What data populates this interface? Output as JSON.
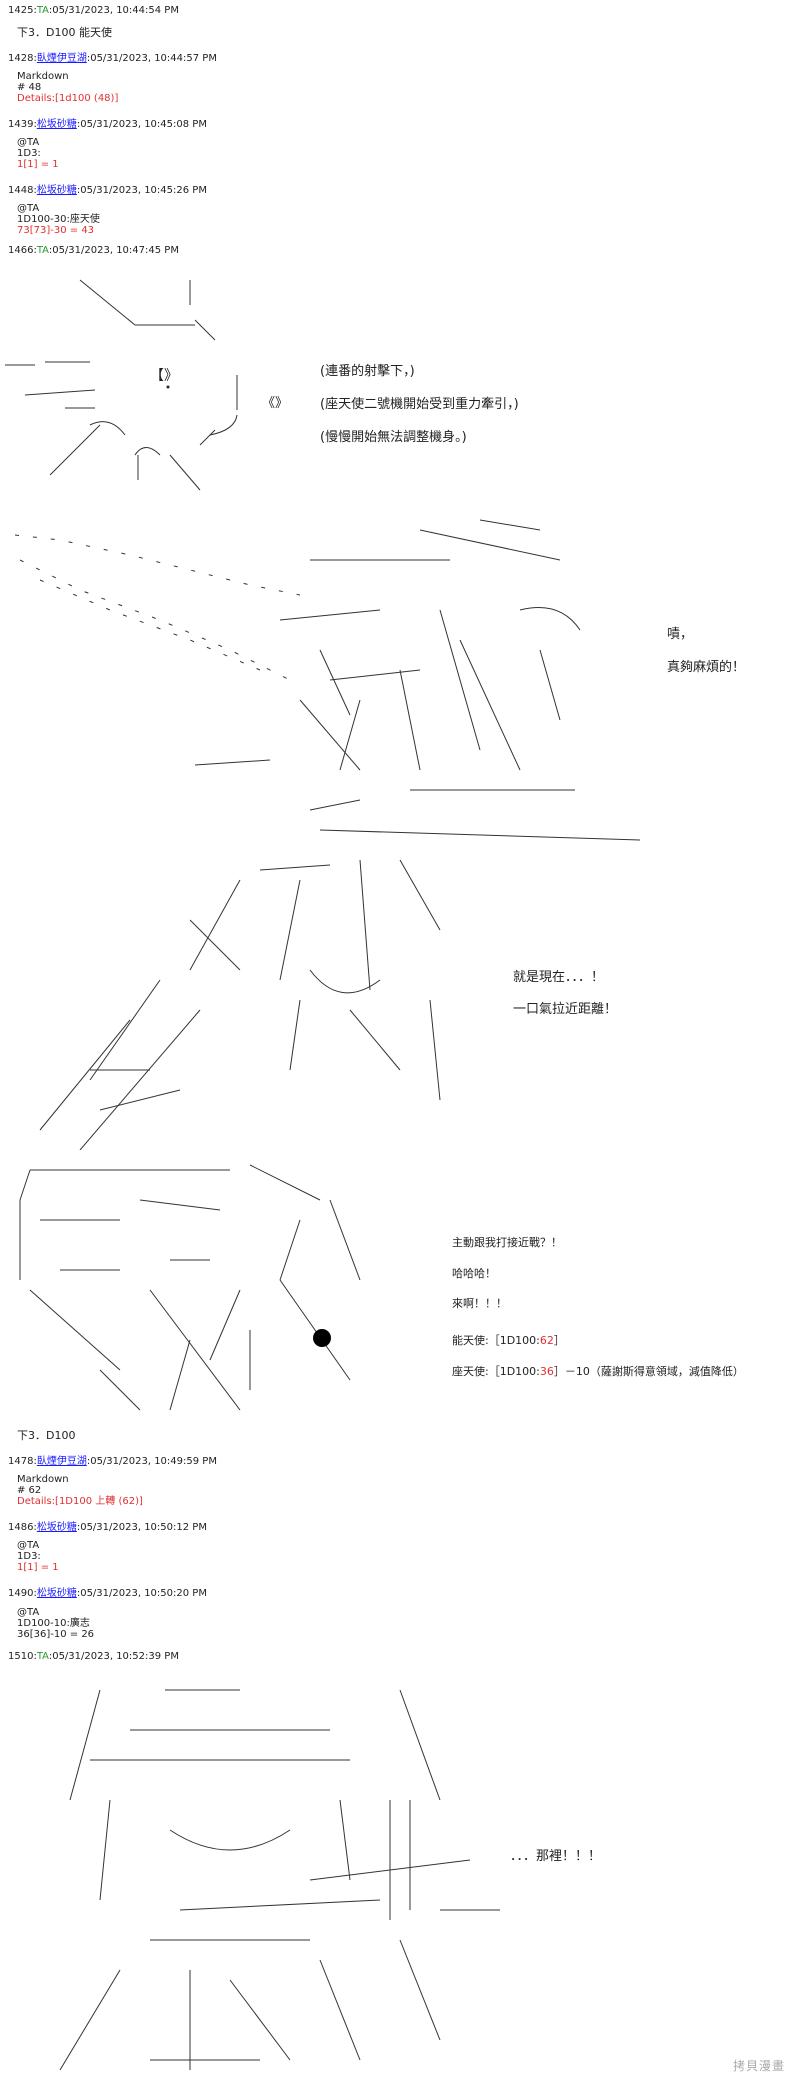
{
  "posts": [
    {
      "num": "1425",
      "user": "TA",
      "time": "05/31/2023, 10:44:54 PM",
      "lines": [
        {
          "text": "下3．D100 能天使"
        }
      ]
    },
    {
      "num": "1428",
      "user": "臥煙伊豆湖",
      "time": "05/31/2023, 10:44:57 PM",
      "lines": [
        {
          "text": "Markdown"
        },
        {
          "text": "# 48"
        },
        {
          "text": "Details:[1d100 (48)]",
          "red": true
        }
      ]
    },
    {
      "num": "1439",
      "user": "松坂砂糖",
      "time": "05/31/2023, 10:45:08 PM",
      "lines": [
        {
          "text": "@TA"
        },
        {
          "text": "1D3:"
        },
        {
          "text": "1[1] = 1",
          "red": true
        }
      ]
    },
    {
      "num": "1448",
      "user": "松坂砂糖",
      "time": "05/31/2023, 10:45:26 PM",
      "lines": [
        {
          "text": "@TA"
        },
        {
          "text": "1D100-30:座天使"
        },
        {
          "text": "73[73]-30 = 43",
          "red": true
        }
      ]
    },
    {
      "num": "1466",
      "user": "TA",
      "time": "05/31/2023, 10:47:45 PM"
    },
    {
      "num": "1478",
      "user": "臥煙伊豆湖",
      "time": "05/31/2023, 10:49:59 PM",
      "lines": [
        {
          "text": "Markdown"
        },
        {
          "text": "# 62"
        },
        {
          "text": "Details:[1D100 上轉 (62)]",
          "red": true
        }
      ]
    },
    {
      "num": "1486",
      "user": "松坂砂糖",
      "time": "05/31/2023, 10:50:12 PM",
      "lines": [
        {
          "text": "@TA"
        },
        {
          "text": "1D3:"
        },
        {
          "text": "1[1] = 1",
          "red": true
        }
      ]
    },
    {
      "num": "1490",
      "user": "松坂砂糖",
      "time": "05/31/2023, 10:50:20 PM",
      "lines": [
        {
          "text": "@TA"
        },
        {
          "text": "1D100-10:廣志"
        },
        {
          "text": "36[36]-10 = 26"
        }
      ]
    },
    {
      "num": "1510",
      "user": "TA",
      "time": "05/31/2023, 10:52:39 PM"
    }
  ],
  "after_art4": "下3．D100",
  "scene1": [
    "(連番的射擊下，)",
    "(座天使二號機開始受到重力牽引，)",
    "(慢慢開始無法調整機身。)"
  ],
  "scene2": [
    "嘖，",
    "真夠麻煩的！"
  ],
  "scene3": [
    "就是現在．．．！",
    "一口氣拉近距離！"
  ],
  "scene4": {
    "lines": [
      "主動跟我打接近戰？！",
      "哈哈哈！",
      "來啊！！！"
    ],
    "roll1": {
      "prefix": "能天使:［1D100:",
      "value": "62",
      "suffix": "］"
    },
    "roll2": {
      "prefix": "座天使:［1D100:",
      "value": "36",
      "suffix": "］－10（薩謝斯得意領域，減值降低）"
    }
  },
  "scene5": [
    "．．．那裡！！！"
  ],
  "watermark": "拷貝漫畫",
  "colors": {
    "link": "#1a1aff",
    "ta": "#2a9a2a",
    "roll": "#e23030"
  }
}
